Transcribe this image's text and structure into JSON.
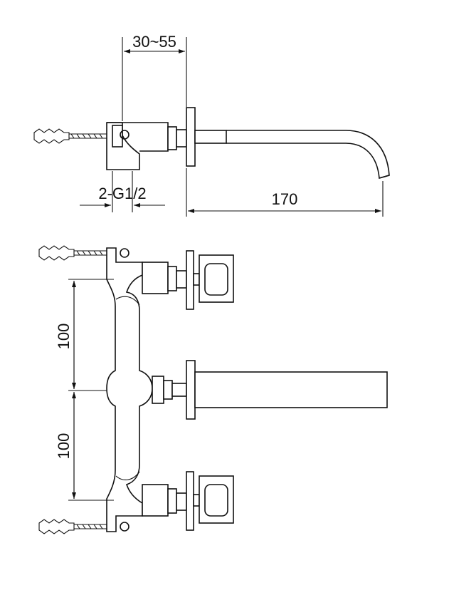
{
  "dimensions": {
    "wall_depth": "30~55",
    "spout_length": "170",
    "connection": "2-G1/2",
    "spacing_upper": "100",
    "spacing_lower": "100"
  },
  "colors": {
    "line": "#111111",
    "background": "#ffffff"
  }
}
